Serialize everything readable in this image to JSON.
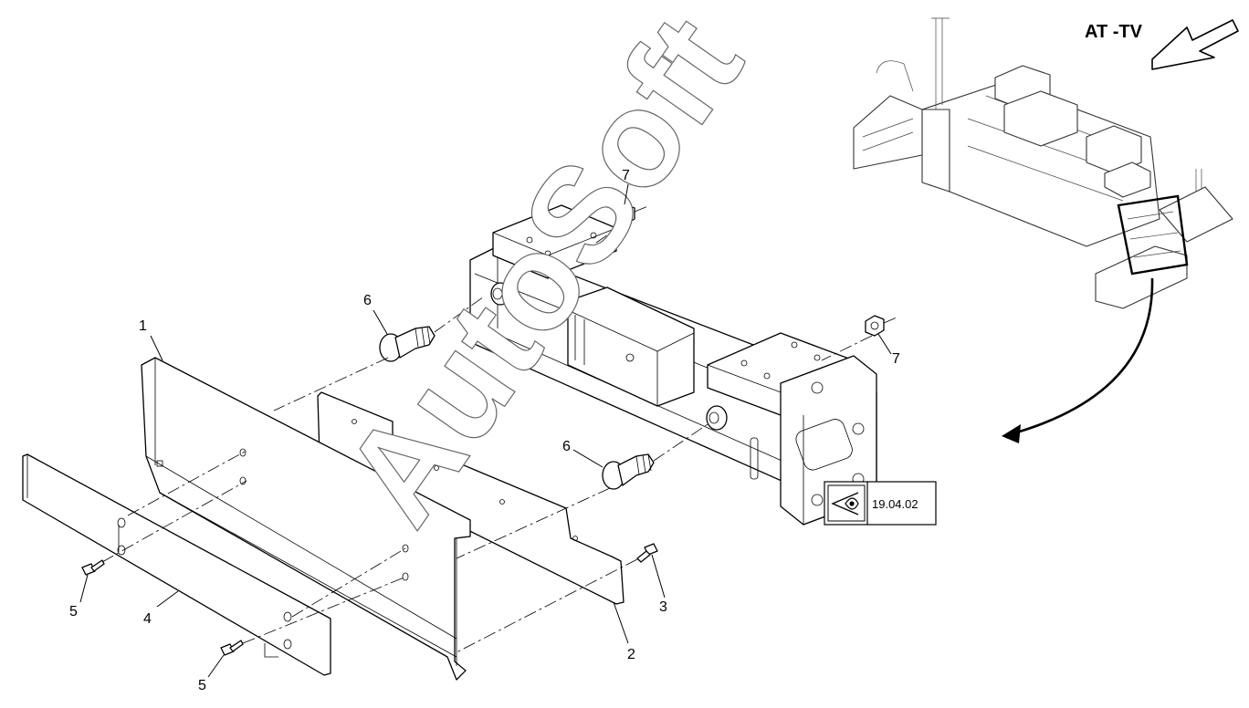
{
  "view_label": "AT -TV",
  "watermark": "AutoSoft",
  "reference": {
    "text": "19.04.02"
  },
  "callouts": [
    {
      "id": "1",
      "label": "1"
    },
    {
      "id": "2",
      "label": "2"
    },
    {
      "id": "3",
      "label": "3"
    },
    {
      "id": "4",
      "label": "4"
    },
    {
      "id": "5a",
      "label": "5"
    },
    {
      "id": "5b",
      "label": "5"
    },
    {
      "id": "6a",
      "label": "6"
    },
    {
      "id": "6b",
      "label": "6"
    },
    {
      "id": "7a",
      "label": "7"
    },
    {
      "id": "7b",
      "label": "7"
    }
  ],
  "icons": {
    "reference": "eye-view-icon",
    "direction": "view-direction-arrow-icon"
  }
}
